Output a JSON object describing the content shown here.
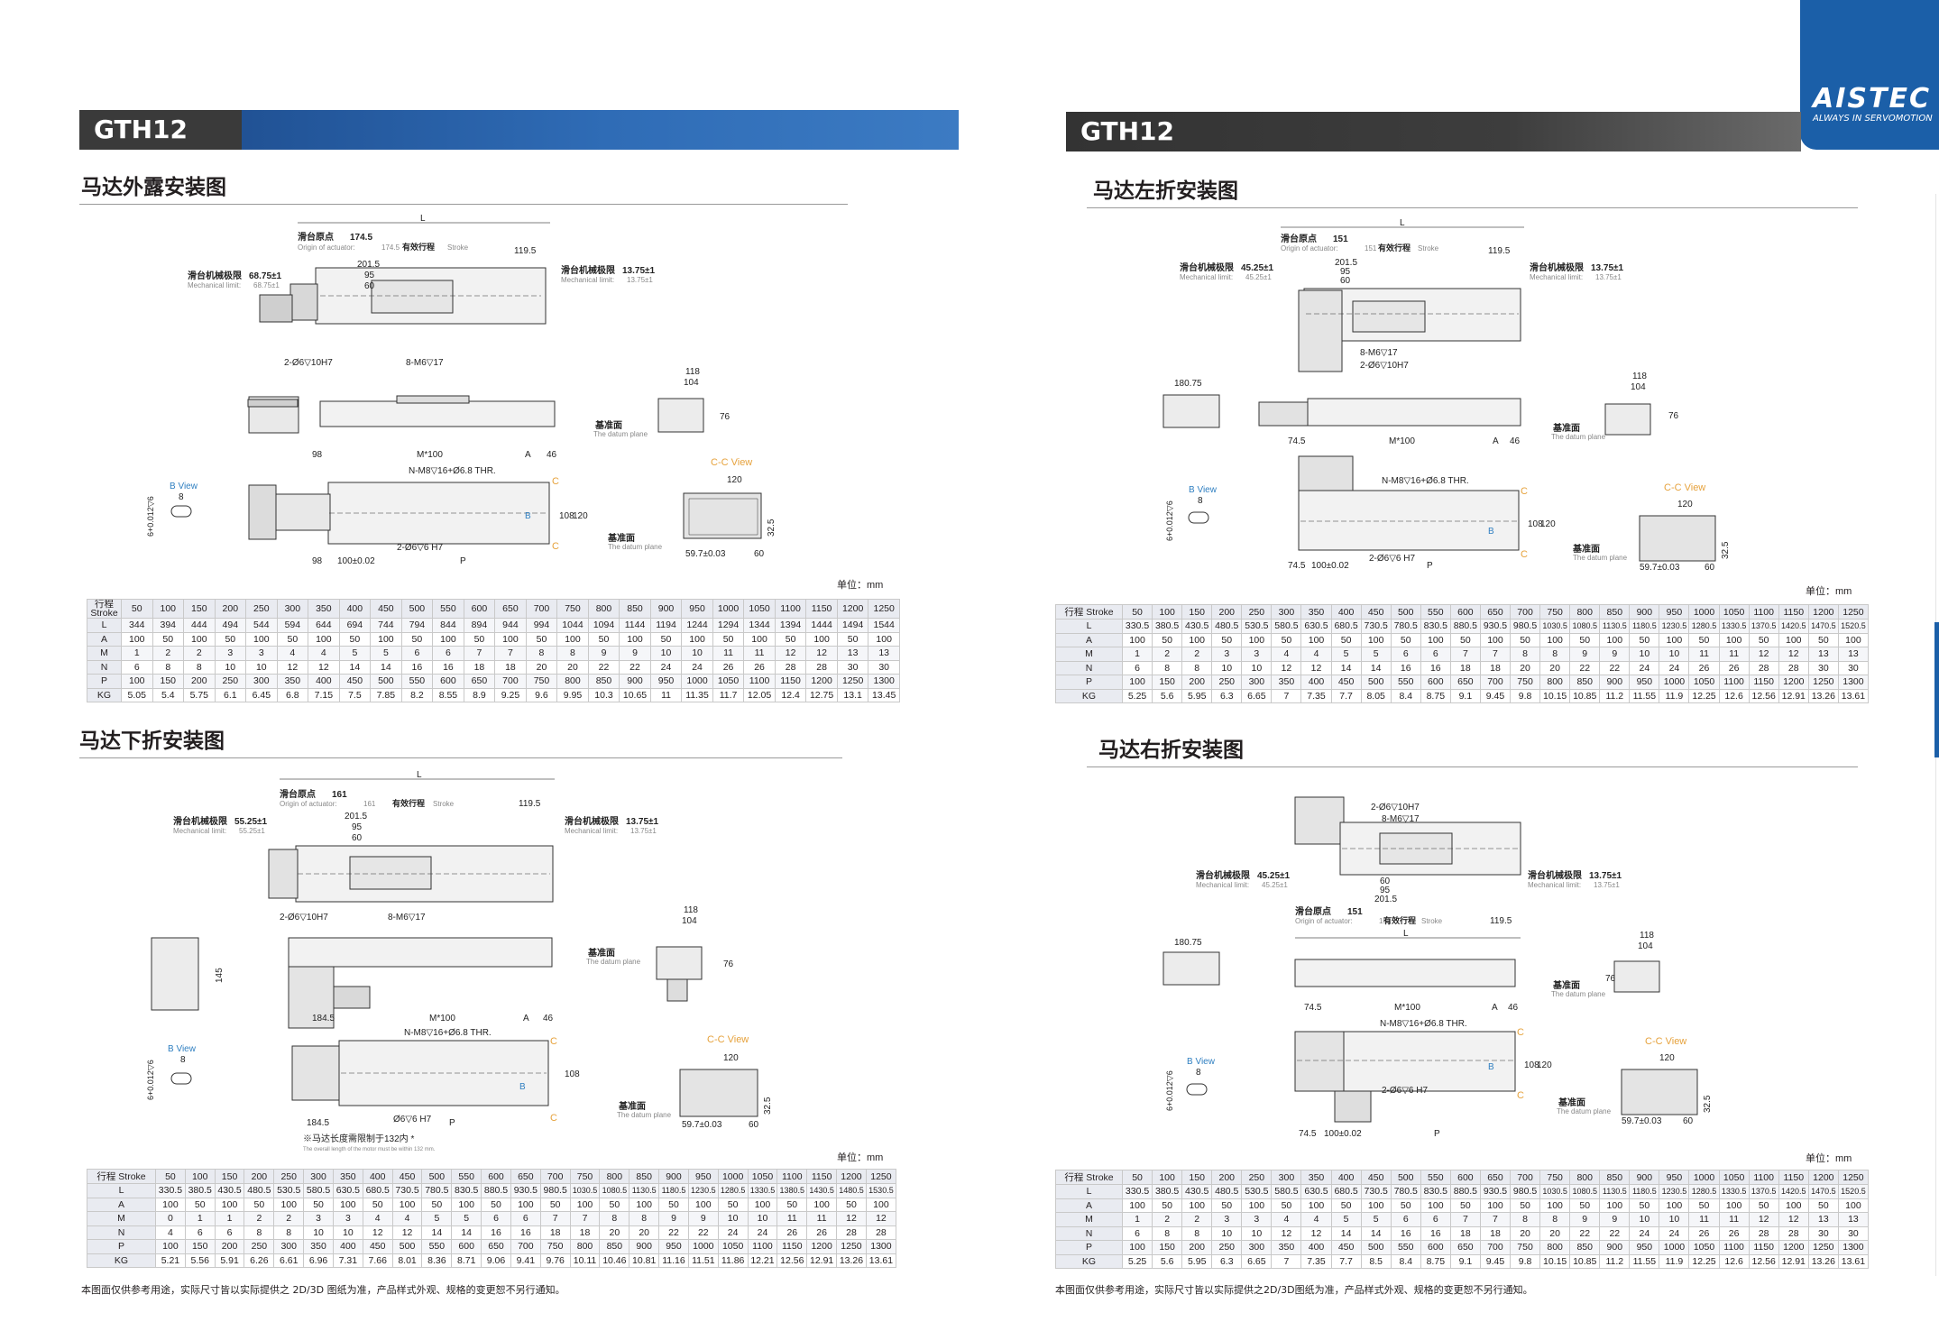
{
  "colors": {
    "brand_blue": "#1b5fa8",
    "banner_dark": "#3a3a3a",
    "view_orange": "#e6a23c",
    "view_blue": "#2f7fc1"
  },
  "logo": {
    "brand": "AISTEC",
    "slogan": "ALWAYS IN SERVOMOTION"
  },
  "left": {
    "model": "GTH12"
  },
  "right": {
    "model": "GTH12"
  },
  "sections": {
    "exposed": "马达外露安装图",
    "down": "马达下折安装图",
    "leftfold": "马达左折安装图",
    "rightfold": "马达右折安装图"
  },
  "unit_label": "单位：mm",
  "footnote": "本图面仅供参考用途，实际尺寸皆以实际提供之 2D/3D 图纸为准，产品样式外观、规格的变更恕不另行通知。",
  "footnote2": "本图面仅供参考用途，实际尺寸皆以实际提供之2D/3D图纸为准，产品样式外观、规格的变更恕不另行通知。",
  "drawing_labels": {
    "L": "L",
    "origin_cn": "滑台原点",
    "origin_en": "Origin of actuator:",
    "stroke_cn": "有效行程",
    "stroke_en": "Stroke",
    "mech_cn": "滑台机械极限",
    "mech_en": "Mechanical limit:",
    "datum_cn": "基准面",
    "datum_en": "The datum plane",
    "bview": "B View",
    "ccview": "C-C View",
    "m100": "M*100",
    "A": "A",
    "P": "P",
    "C": "C",
    "B": "B",
    "nm8": "N-M8▽16+Ø6.8 THR.",
    "hole_h7": "2-Ø6▽6 H7",
    "pin": "6+0.012▽6",
    "pin0": "0",
    "d8": "8",
    "tol100": "100±0.02",
    "d597": "59.7±0.03",
    "d60": "60",
    "d325": "32.5",
    "d108": "108",
    "d120": "120",
    "d118": "118",
    "d104": "104",
    "d76": "76",
    "d2015": "201.5",
    "d95": "95",
    "d60b": "60",
    "d1195": "119.5",
    "d46": "46",
    "d98": "98",
    "d1847": "184.5",
    "d745": "74.5",
    "d18075": "180.75",
    "d145": "145",
    "m6": "8-M6▽17",
    "h7": "2-Ø6▽10H7",
    "ex_origin": "174.5",
    "ex_origin_en": "174.5",
    "ex_mech": "68.75±1",
    "ex_mech_en": "68.75±1",
    "ex_mech2": "13.75±1",
    "ex_mech2_en": "13.75±1",
    "dn_origin": "161",
    "dn_origin_en": "161",
    "dn_mech": "55.25±1",
    "dn_mech_en": "55.25±1",
    "lf_origin": "151",
    "lf_origin_en": "151",
    "lf_mech": "45.25±1",
    "lf_mech_en": "45.25±1",
    "hole6": "Ø6▽6 H7",
    "motor_note": "※马达长度需限制于132内 *",
    "motor_note_en": "The overall length of the motor must be within 132 mm."
  },
  "tables": {
    "exposed": {
      "rows": [
        {
          "label": "行程\nStroke",
          "cells": [
            "50",
            "100",
            "150",
            "200",
            "250",
            "300",
            "350",
            "400",
            "450",
            "500",
            "550",
            "600",
            "650",
            "700",
            "750",
            "800",
            "850",
            "900",
            "950",
            "1000",
            "1050",
            "1100",
            "1150",
            "1200",
            "1250"
          ]
        },
        {
          "label": "L",
          "cells": [
            "344",
            "394",
            "444",
            "494",
            "544",
            "594",
            "644",
            "694",
            "744",
            "794",
            "844",
            "894",
            "944",
            "994",
            "1044",
            "1094",
            "1144",
            "1194",
            "1244",
            "1294",
            "1344",
            "1394",
            "1444",
            "1494",
            "1544"
          ]
        },
        {
          "label": "A",
          "cells": [
            "100",
            "50",
            "100",
            "50",
            "100",
            "50",
            "100",
            "50",
            "100",
            "50",
            "100",
            "50",
            "100",
            "50",
            "100",
            "50",
            "100",
            "50",
            "100",
            "50",
            "100",
            "50",
            "100",
            "50",
            "100"
          ]
        },
        {
          "label": "M",
          "cells": [
            "1",
            "2",
            "2",
            "3",
            "3",
            "4",
            "4",
            "5",
            "5",
            "6",
            "6",
            "7",
            "7",
            "8",
            "8",
            "9",
            "9",
            "10",
            "10",
            "11",
            "11",
            "12",
            "12",
            "13",
            "13"
          ]
        },
        {
          "label": "N",
          "cells": [
            "6",
            "8",
            "8",
            "10",
            "10",
            "12",
            "12",
            "14",
            "14",
            "16",
            "16",
            "18",
            "18",
            "20",
            "20",
            "22",
            "22",
            "24",
            "24",
            "26",
            "26",
            "28",
            "28",
            "30",
            "30"
          ]
        },
        {
          "label": "P",
          "cells": [
            "100",
            "150",
            "200",
            "250",
            "300",
            "350",
            "400",
            "450",
            "500",
            "550",
            "600",
            "650",
            "700",
            "750",
            "800",
            "850",
            "900",
            "950",
            "1000",
            "1050",
            "1100",
            "1150",
            "1200",
            "1250",
            "1300"
          ]
        },
        {
          "label": "KG",
          "cells": [
            "5.05",
            "5.4",
            "5.75",
            "6.1",
            "6.45",
            "6.8",
            "7.15",
            "7.5",
            "7.85",
            "8.2",
            "8.55",
            "8.9",
            "9.25",
            "9.6",
            "9.95",
            "10.3",
            "10.65",
            "11",
            "11.35",
            "11.7",
            "12.05",
            "12.4",
            "12.75",
            "13.1",
            "13.45"
          ]
        }
      ]
    },
    "down": {
      "rows": [
        {
          "label": "行程 Stroke",
          "cells": [
            "50",
            "100",
            "150",
            "200",
            "250",
            "300",
            "350",
            "400",
            "450",
            "500",
            "550",
            "600",
            "650",
            "700",
            "750",
            "800",
            "850",
            "900",
            "950",
            "1000",
            "1050",
            "1100",
            "1150",
            "1200",
            "1250"
          ]
        },
        {
          "label": "L",
          "cells": [
            "330.5",
            "380.5",
            "430.5",
            "480.5",
            "530.5",
            "580.5",
            "630.5",
            "680.5",
            "730.5",
            "780.5",
            "830.5",
            "880.5",
            "930.5",
            "980.5",
            "1030.5",
            "1080.5",
            "1130.5",
            "1180.5",
            "1230.5",
            "1280.5",
            "1330.5",
            "1380.5",
            "1430.5",
            "1480.5",
            "1530.5"
          ]
        },
        {
          "label": "A",
          "cells": [
            "100",
            "50",
            "100",
            "50",
            "100",
            "50",
            "100",
            "50",
            "100",
            "50",
            "100",
            "50",
            "100",
            "50",
            "100",
            "50",
            "100",
            "50",
            "100",
            "50",
            "100",
            "50",
            "100",
            "50",
            "100"
          ]
        },
        {
          "label": "M",
          "cells": [
            "0",
            "1",
            "1",
            "2",
            "2",
            "3",
            "3",
            "4",
            "4",
            "5",
            "5",
            "6",
            "6",
            "7",
            "7",
            "8",
            "8",
            "9",
            "9",
            "10",
            "10",
            "11",
            "11",
            "12",
            "12"
          ]
        },
        {
          "label": "N",
          "cells": [
            "4",
            "6",
            "6",
            "8",
            "8",
            "10",
            "10",
            "12",
            "12",
            "14",
            "14",
            "16",
            "16",
            "18",
            "18",
            "20",
            "20",
            "22",
            "22",
            "24",
            "24",
            "26",
            "26",
            "28",
            "28"
          ]
        },
        {
          "label": "P",
          "cells": [
            "100",
            "150",
            "200",
            "250",
            "300",
            "350",
            "400",
            "450",
            "500",
            "550",
            "600",
            "650",
            "700",
            "750",
            "800",
            "850",
            "900",
            "950",
            "1000",
            "1050",
            "1100",
            "1150",
            "1200",
            "1250",
            "1300"
          ]
        },
        {
          "label": "KG",
          "cells": [
            "5.21",
            "5.56",
            "5.91",
            "6.26",
            "6.61",
            "6.96",
            "7.31",
            "7.66",
            "8.01",
            "8.36",
            "8.71",
            "9.06",
            "9.41",
            "9.76",
            "10.11",
            "10.46",
            "10.81",
            "11.16",
            "11.51",
            "11.86",
            "12.21",
            "12.56",
            "12.91",
            "13.26",
            "13.61"
          ]
        }
      ]
    },
    "leftfold": {
      "rows": [
        {
          "label": "行程 Stroke",
          "cells": [
            "50",
            "100",
            "150",
            "200",
            "250",
            "300",
            "350",
            "400",
            "450",
            "500",
            "550",
            "600",
            "650",
            "700",
            "750",
            "800",
            "850",
            "900",
            "950",
            "1000",
            "1050",
            "1100",
            "1150",
            "1200",
            "1250"
          ]
        },
        {
          "label": "L",
          "cells": [
            "330.5",
            "380.5",
            "430.5",
            "480.5",
            "530.5",
            "580.5",
            "630.5",
            "680.5",
            "730.5",
            "780.5",
            "830.5",
            "880.5",
            "930.5",
            "980.5",
            "1030.5",
            "1080.5",
            "1130.5",
            "1180.5",
            "1230.5",
            "1280.5",
            "1330.5",
            "1370.5",
            "1420.5",
            "1470.5",
            "1520.5"
          ]
        },
        {
          "label": "A",
          "cells": [
            "100",
            "50",
            "100",
            "50",
            "100",
            "50",
            "100",
            "50",
            "100",
            "50",
            "100",
            "50",
            "100",
            "50",
            "100",
            "50",
            "100",
            "50",
            "100",
            "50",
            "100",
            "50",
            "100",
            "50",
            "100"
          ]
        },
        {
          "label": "M",
          "cells": [
            "1",
            "2",
            "2",
            "3",
            "3",
            "4",
            "4",
            "5",
            "5",
            "6",
            "6",
            "7",
            "7",
            "8",
            "8",
            "9",
            "9",
            "10",
            "10",
            "11",
            "11",
            "12",
            "12",
            "13",
            "13"
          ]
        },
        {
          "label": "N",
          "cells": [
            "6",
            "8",
            "8",
            "10",
            "10",
            "12",
            "12",
            "14",
            "14",
            "16",
            "16",
            "18",
            "18",
            "20",
            "20",
            "22",
            "22",
            "24",
            "24",
            "26",
            "26",
            "28",
            "28",
            "30",
            "30"
          ]
        },
        {
          "label": "P",
          "cells": [
            "100",
            "150",
            "200",
            "250",
            "300",
            "350",
            "400",
            "450",
            "500",
            "550",
            "600",
            "650",
            "700",
            "750",
            "800",
            "850",
            "900",
            "950",
            "1000",
            "1050",
            "1100",
            "1150",
            "1200",
            "1250",
            "1300"
          ]
        },
        {
          "label": "KG",
          "cells": [
            "5.25",
            "5.6",
            "5.95",
            "6.3",
            "6.65",
            "7",
            "7.35",
            "7.7",
            "8.05",
            "8.4",
            "8.75",
            "9.1",
            "9.45",
            "9.8",
            "10.15",
            "10.85",
            "11.2",
            "11.55",
            "11.9",
            "12.25",
            "12.6",
            "12.56",
            "12.91",
            "13.26",
            "13.61"
          ]
        }
      ]
    },
    "rightfold": {
      "rows": [
        {
          "label": "行程 Stroke",
          "cells": [
            "50",
            "100",
            "150",
            "200",
            "250",
            "300",
            "350",
            "400",
            "450",
            "500",
            "550",
            "600",
            "650",
            "700",
            "750",
            "800",
            "850",
            "900",
            "950",
            "1000",
            "1050",
            "1100",
            "1150",
            "1200",
            "1250"
          ]
        },
        {
          "label": "L",
          "cells": [
            "330.5",
            "380.5",
            "430.5",
            "480.5",
            "530.5",
            "580.5",
            "630.5",
            "680.5",
            "730.5",
            "780.5",
            "830.5",
            "880.5",
            "930.5",
            "980.5",
            "1030.5",
            "1080.5",
            "1130.5",
            "1180.5",
            "1230.5",
            "1280.5",
            "1330.5",
            "1370.5",
            "1420.5",
            "1470.5",
            "1520.5"
          ]
        },
        {
          "label": "A",
          "cells": [
            "100",
            "50",
            "100",
            "50",
            "100",
            "50",
            "100",
            "50",
            "100",
            "50",
            "100",
            "50",
            "100",
            "50",
            "100",
            "50",
            "100",
            "50",
            "100",
            "50",
            "100",
            "50",
            "100",
            "50",
            "100"
          ]
        },
        {
          "label": "M",
          "cells": [
            "1",
            "2",
            "2",
            "3",
            "3",
            "4",
            "4",
            "5",
            "5",
            "6",
            "6",
            "7",
            "7",
            "8",
            "8",
            "9",
            "9",
            "10",
            "10",
            "11",
            "11",
            "12",
            "12",
            "13",
            "13"
          ]
        },
        {
          "label": "N",
          "cells": [
            "6",
            "8",
            "8",
            "10",
            "10",
            "12",
            "12",
            "14",
            "14",
            "16",
            "16",
            "18",
            "18",
            "20",
            "20",
            "22",
            "22",
            "24",
            "24",
            "26",
            "26",
            "28",
            "28",
            "30",
            "30"
          ]
        },
        {
          "label": "P",
          "cells": [
            "100",
            "150",
            "200",
            "250",
            "300",
            "350",
            "400",
            "450",
            "500",
            "550",
            "600",
            "650",
            "700",
            "750",
            "800",
            "850",
            "900",
            "950",
            "1000",
            "1050",
            "1100",
            "1150",
            "1200",
            "1250",
            "1300"
          ]
        },
        {
          "label": "KG",
          "cells": [
            "5.25",
            "5.6",
            "5.95",
            "6.3",
            "6.65",
            "7",
            "7.35",
            "7.7",
            "8.5",
            "8.4",
            "8.75",
            "9.1",
            "9.45",
            "9.8",
            "10.15",
            "10.85",
            "11.2",
            "11.55",
            "11.9",
            "12.25",
            "12.6",
            "12.56",
            "12.91",
            "13.26",
            "13.61"
          ]
        }
      ]
    }
  }
}
